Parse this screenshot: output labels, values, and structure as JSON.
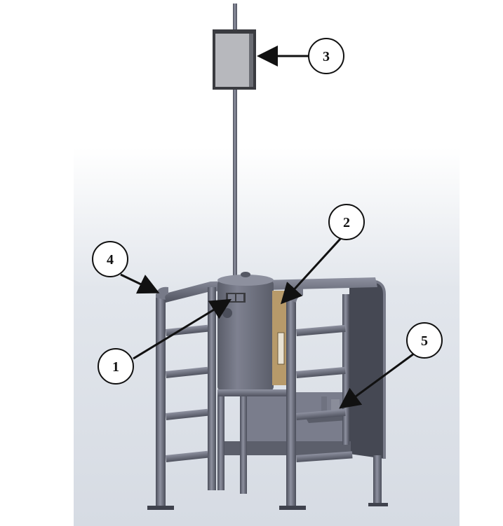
{
  "callouts": [
    {
      "id": "1",
      "label": "1"
    },
    {
      "id": "2",
      "label": "2"
    },
    {
      "id": "3",
      "label": "3"
    },
    {
      "id": "4",
      "label": "4"
    },
    {
      "id": "5",
      "label": "5"
    }
  ],
  "colors": {
    "background_gradient_top": "#ffffff",
    "background_gradient_mid": "#dfe3ea",
    "metal": "#6e7180",
    "metal_dark": "#4b4e5a",
    "metal_light": "#9a9dab",
    "panel_dark": "#3f424d",
    "box_front": "#b7b8bd",
    "box_frame": "#3a3b40",
    "tan_panel": "#b79a6a",
    "ink": "#111111"
  },
  "icons": {
    "callout_shape": "circle-number-icon",
    "pointer": "arrow-icon"
  }
}
